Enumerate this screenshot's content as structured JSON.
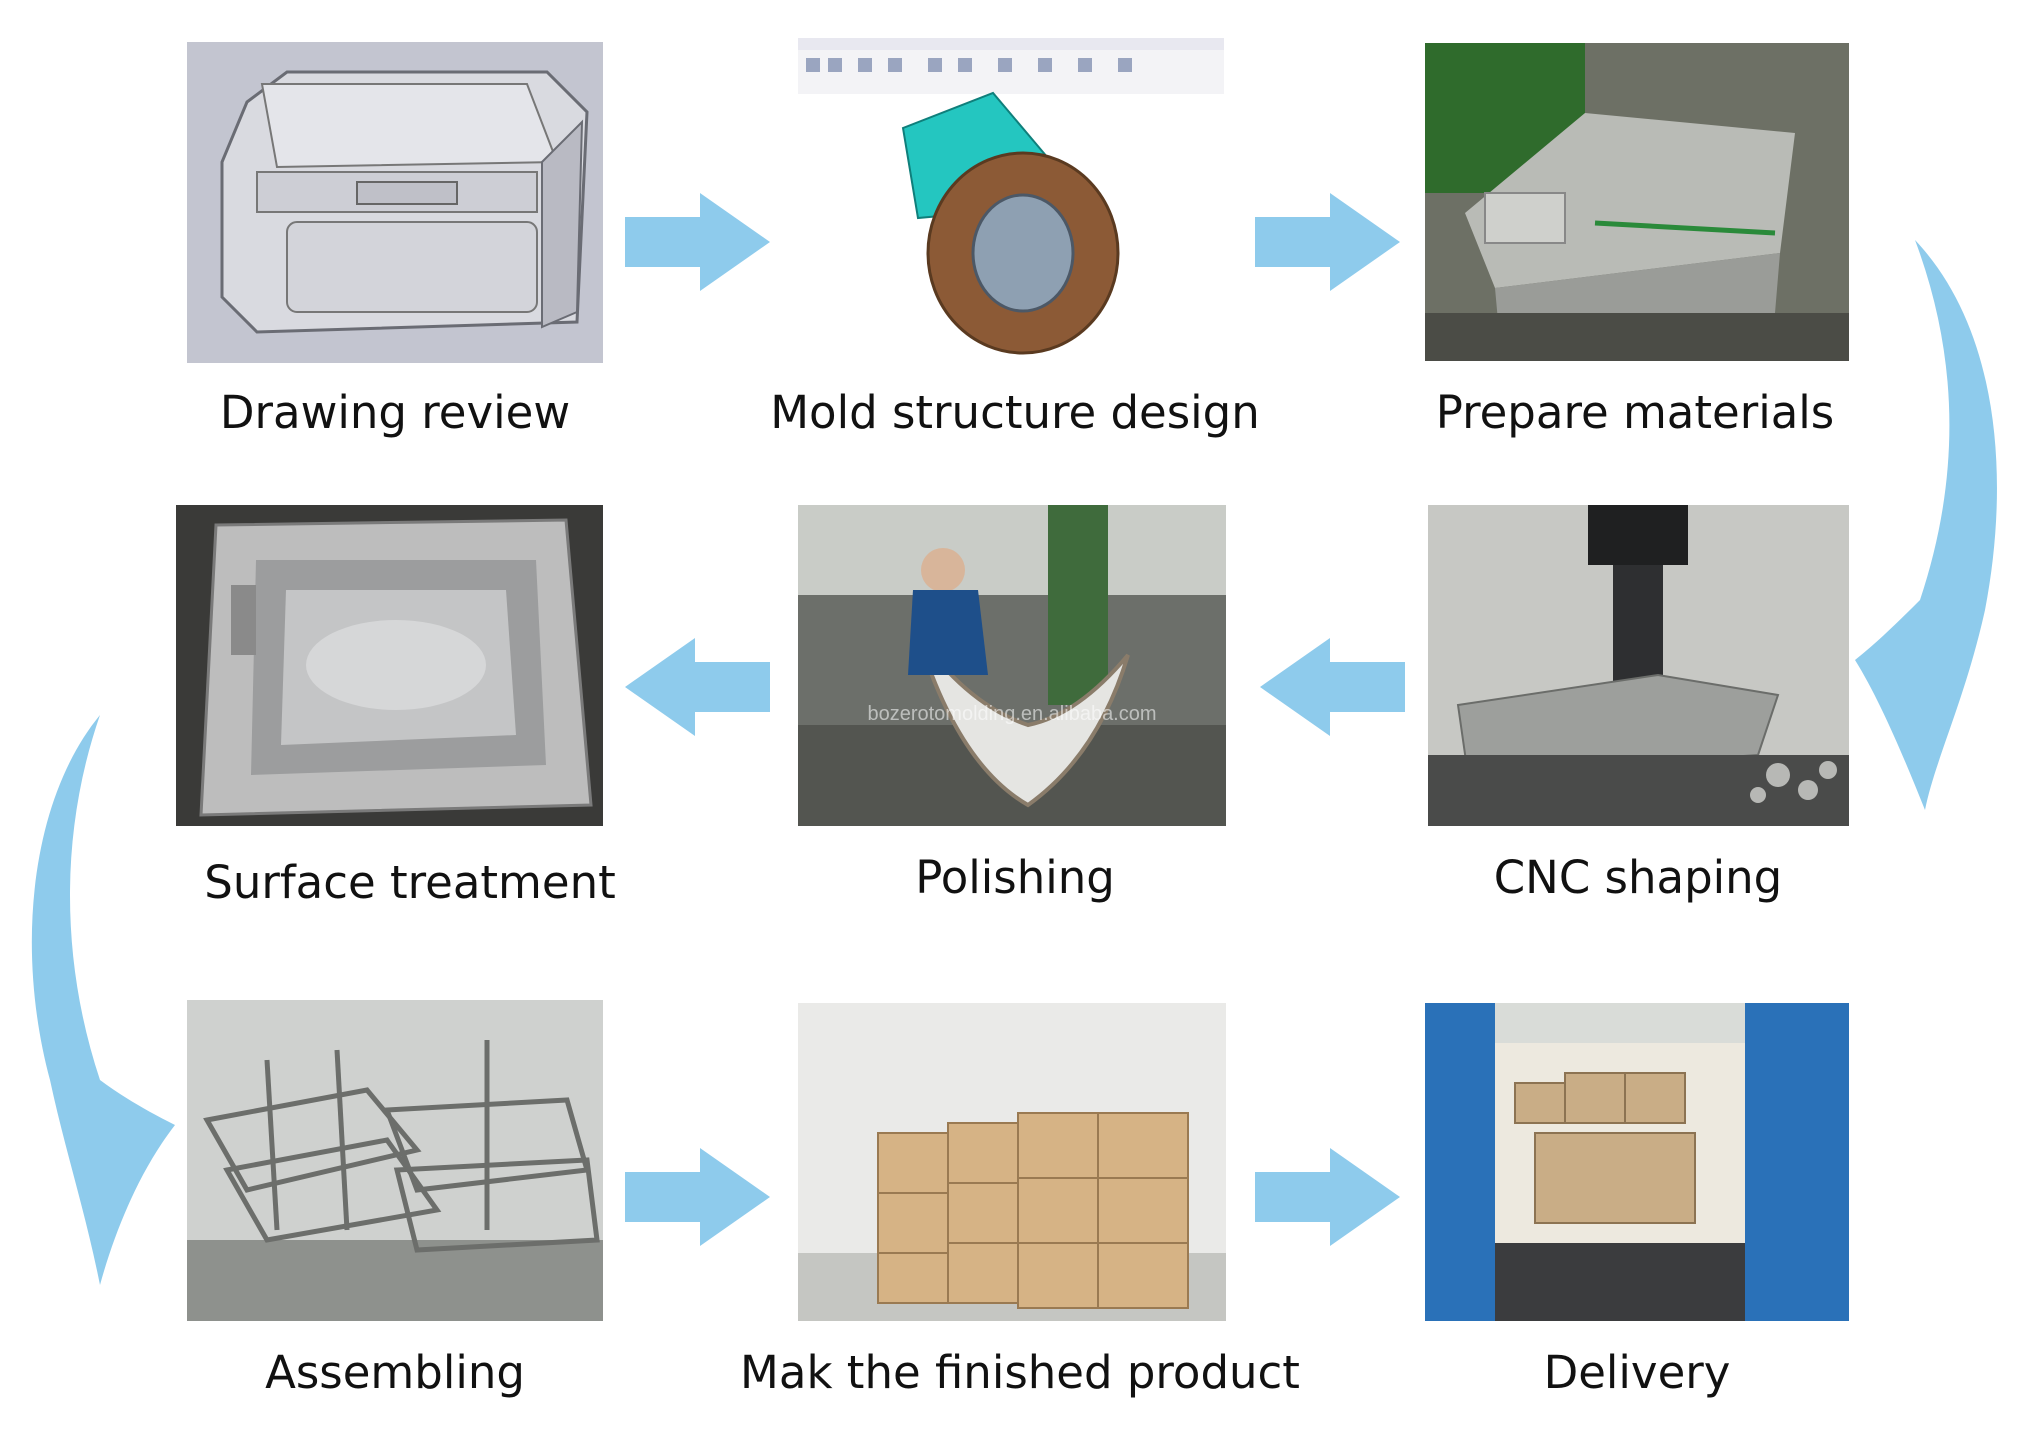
{
  "accent_color": "#8ecbec",
  "watermark": "bozerotomolding.en.alibaba.com",
  "steps": [
    {
      "label": "Drawing review",
      "image": "cad-render-cooler-box"
    },
    {
      "label": "Mold structure design",
      "image": "cad-software-mold-model"
    },
    {
      "label": "Prepare materials",
      "image": "aluminum-blocks-photo"
    },
    {
      "label": "CNC shaping",
      "image": "cnc-machine-photo"
    },
    {
      "label": "Polishing",
      "image": "worker-polishing-mold-photo"
    },
    {
      "label": "Surface treatment",
      "image": "mold-cavity-photo"
    },
    {
      "label": "Assembling",
      "image": "mold-frames-photo"
    },
    {
      "label": "Mak the finished product",
      "image": "cardboard-boxes-photo"
    },
    {
      "label": "Delivery",
      "image": "loaded-truck-photo"
    }
  ]
}
